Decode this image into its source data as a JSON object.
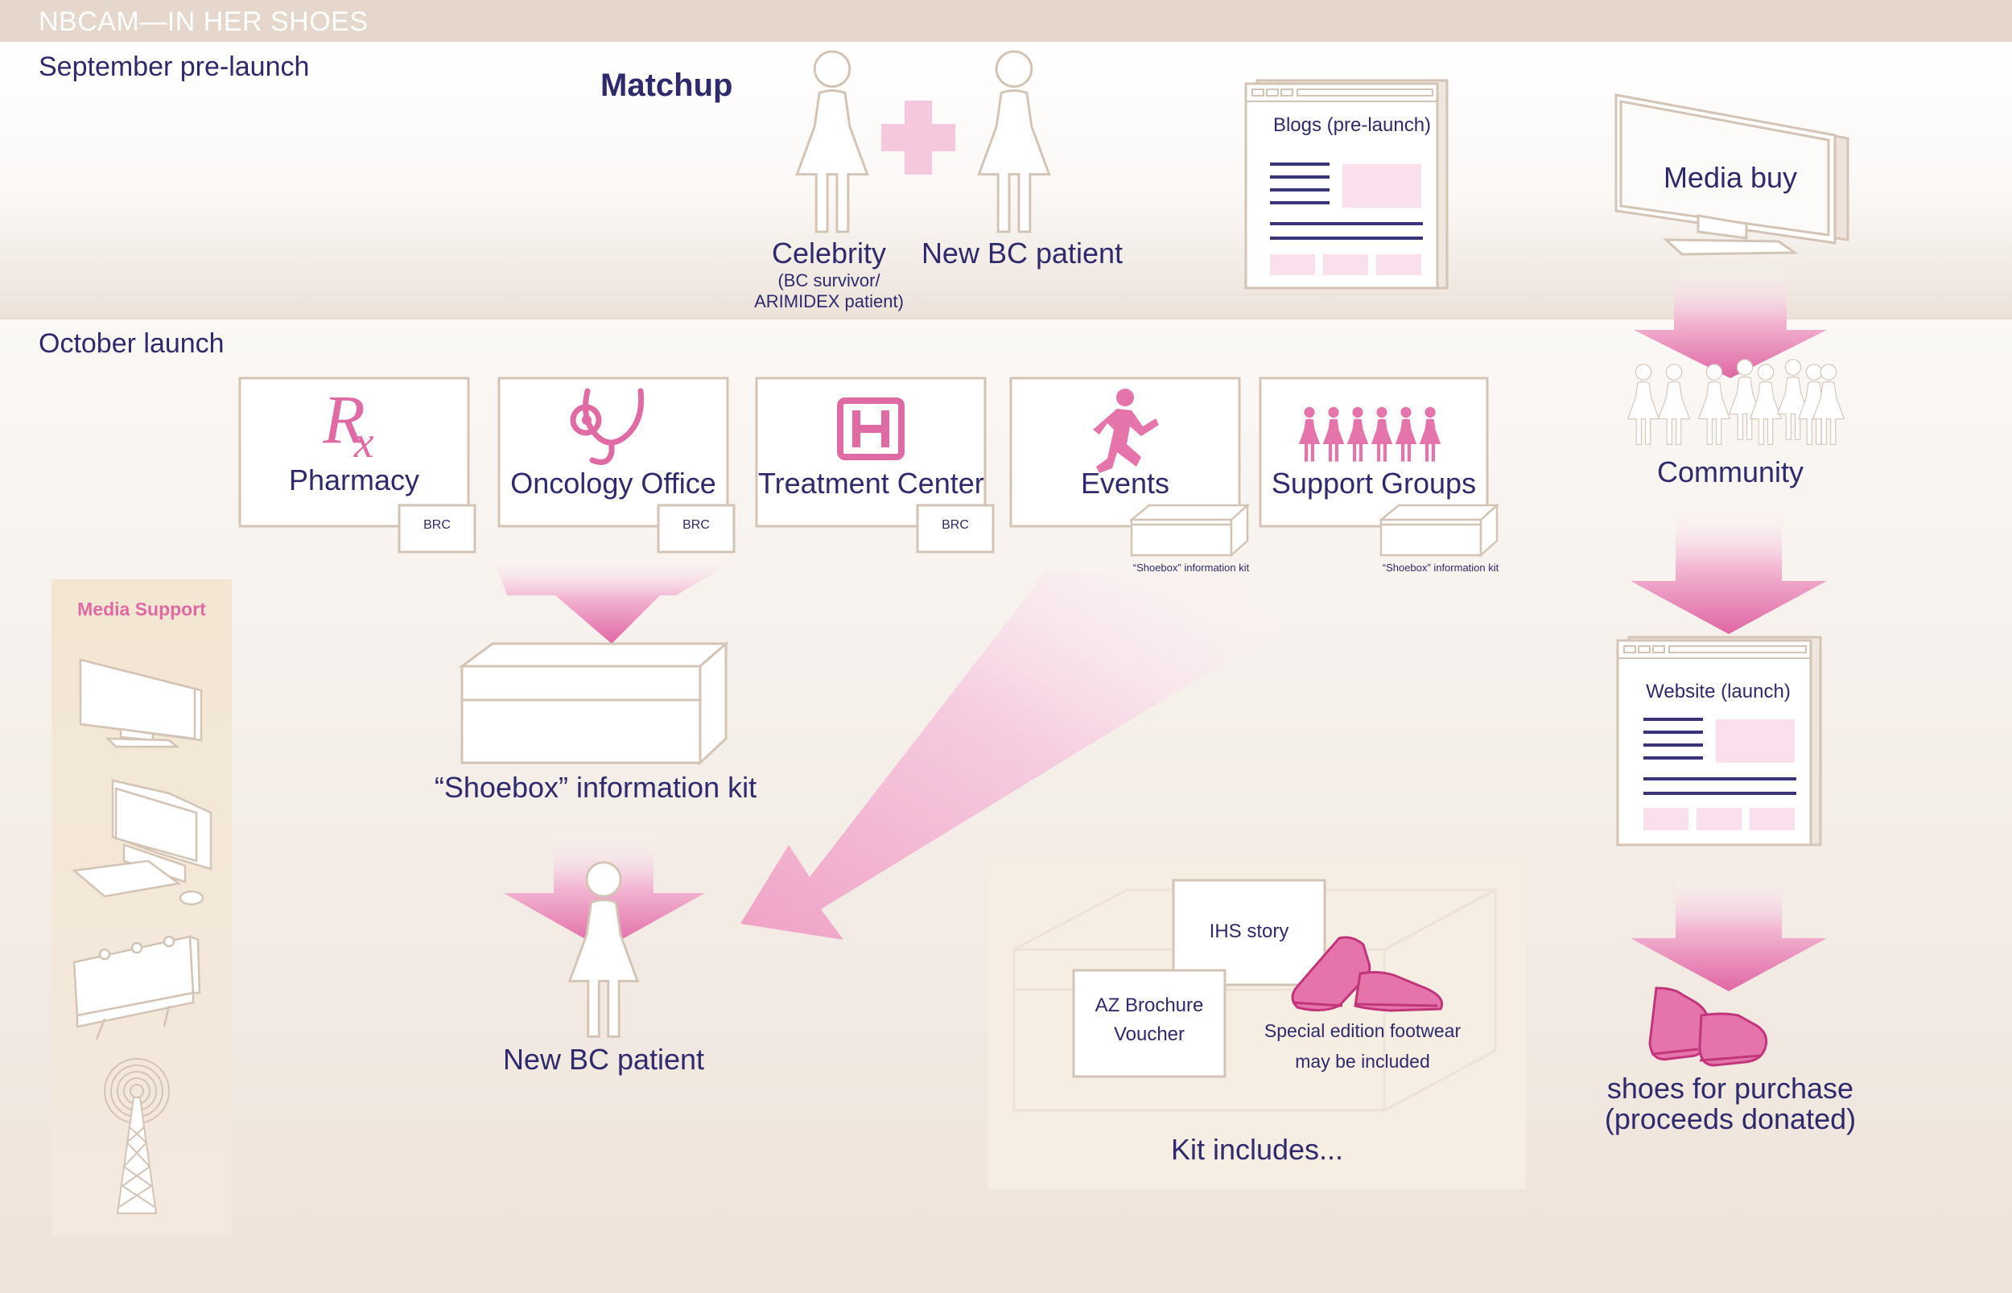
{
  "header": {
    "title": "NBCAM—IN HER SHOES"
  },
  "sections": {
    "prelaunch": "September pre-launch",
    "launch": "October launch"
  },
  "matchup": {
    "title": "Matchup",
    "celebrity": "Celebrity",
    "celebrity_note_1": "(BC survivor/",
    "celebrity_note_2": "ARIMIDEX patient)",
    "patient": "New BC patient"
  },
  "blogs": {
    "label": "Blogs (pre-launch)"
  },
  "media_buy": {
    "label": "Media buy"
  },
  "community": {
    "label": "Community"
  },
  "website": {
    "label": "Website (launch)"
  },
  "shoes_purchase": {
    "line1": "shoes for purchase",
    "line2": "(proceeds donated)"
  },
  "channels": [
    {
      "label": "Pharmacy",
      "icon": "rx-icon",
      "tag": "BRC"
    },
    {
      "label": "Oncology Office",
      "icon": "stethoscope-icon",
      "tag": "BRC"
    },
    {
      "label": "Treatment Center",
      "icon": "hospital-icon",
      "tag": "BRC"
    },
    {
      "label": "Events",
      "icon": "runner-icon",
      "tag": "“Shoebox” information kit"
    },
    {
      "label": "Support Groups",
      "icon": "people-group-icon",
      "tag": "“Shoebox” information kit"
    }
  ],
  "shoebox": {
    "label": "“Shoebox” information kit"
  },
  "new_patient": {
    "label": "New BC patient"
  },
  "media_support": {
    "title": "Media Support",
    "items": [
      "tv-icon",
      "computer-icon",
      "billboard-icon",
      "radio-tower-icon"
    ]
  },
  "kit": {
    "caption": "Kit includes...",
    "ihs": "IHS story",
    "brochure_1": "AZ Brochure",
    "brochure_2": "Voucher",
    "footwear_1": "Special edition footwear",
    "footwear_2": "may be included"
  },
  "colors": {
    "navy": "#2e2a6b",
    "pink": "#e06aa4",
    "outline": "#d4c4b6",
    "band": "#e5d7cc"
  }
}
